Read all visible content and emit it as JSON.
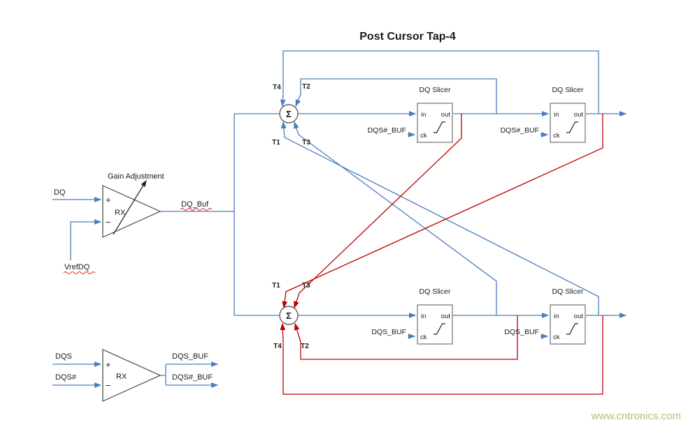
{
  "title": "Post Cursor Tap-4",
  "watermark": "www.cntronics.com",
  "colors": {
    "signal_blue": "#4a7ebc",
    "feedback_red": "#c00000",
    "squiggle_red": "#e03030",
    "watermark_green": "#a6c478",
    "outline": "#444444"
  },
  "receivers": {
    "dq": {
      "gain_label": "Gain Adjustment",
      "name": "RX",
      "plus": "+",
      "minus": "−",
      "input_top": "DQ",
      "input_bottom": "VrefDQ",
      "output": "DQ_Buf"
    },
    "dqs": {
      "name": "RX",
      "plus": "+",
      "minus": "−",
      "input_top": "DQS",
      "input_bottom": "DQS#",
      "output_top": "DQS_BUF",
      "output_bottom": "DQS#_BUF"
    }
  },
  "summers": {
    "symbol": "Σ",
    "top": {
      "tl": "T4",
      "tr": "T2",
      "bl": "T1",
      "br": "T3"
    },
    "bottom": {
      "tl": "T1",
      "tr": "T3",
      "bl": "T4",
      "br": "T2"
    }
  },
  "slicers": {
    "label": "DQ Slicer",
    "pin_in": "in",
    "pin_out": "out",
    "pin_ck": "ck",
    "clock_top": "DQS#_BUF",
    "clock_bottom": "DQS_BUF"
  }
}
